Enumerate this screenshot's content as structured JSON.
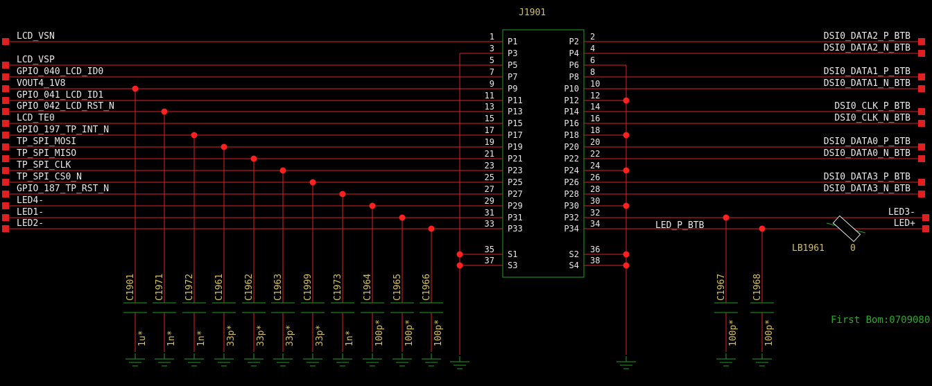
{
  "connector": {
    "ref": "J1901",
    "left_pins": [
      {
        "num": "1",
        "name": "P1",
        "net": "LCD_VSN"
      },
      {
        "num": "3",
        "name": "P3",
        "net": ""
      },
      {
        "num": "5",
        "name": "P5",
        "net": "LCD_VSP"
      },
      {
        "num": "7",
        "name": "P7",
        "net": "GPIO_040_LCD_ID0"
      },
      {
        "num": "9",
        "name": "P9",
        "net": "VOUT4_1V8"
      },
      {
        "num": "11",
        "name": "P11",
        "net": "GPIO_041_LCD_ID1"
      },
      {
        "num": "13",
        "name": "P13",
        "net": "GPIO_042_LCD_RST_N"
      },
      {
        "num": "15",
        "name": "P15",
        "net": "LCD_TE0"
      },
      {
        "num": "17",
        "name": "P17",
        "net": "GPIO_197_TP_INT_N"
      },
      {
        "num": "19",
        "name": "P19",
        "net": "TP_SPI_MOSI"
      },
      {
        "num": "21",
        "name": "P21",
        "net": "TP_SPI_MISO"
      },
      {
        "num": "23",
        "name": "P23",
        "net": "TP_SPI_CLK"
      },
      {
        "num": "25",
        "name": "P25",
        "net": "TP_SPI_CS0_N"
      },
      {
        "num": "27",
        "name": "P27",
        "net": "GPIO_187_TP_RST_N"
      },
      {
        "num": "29",
        "name": "P29",
        "net": "LED4-"
      },
      {
        "num": "31",
        "name": "P31",
        "net": "LED1-"
      },
      {
        "num": "33",
        "name": "P33",
        "net": "LED2-"
      }
    ],
    "right_pins": [
      {
        "num": "2",
        "name": "P2",
        "net": "DSI0_DATA2_P_BTB"
      },
      {
        "num": "4",
        "name": "P4",
        "net": "DSI0_DATA2_N_BTB"
      },
      {
        "num": "6",
        "name": "P6",
        "net": ""
      },
      {
        "num": "8",
        "name": "P8",
        "net": "DSI0_DATA1_P_BTB"
      },
      {
        "num": "10",
        "name": "P10",
        "net": "DSI0_DATA1_N_BTB"
      },
      {
        "num": "12",
        "name": "P12",
        "net": ""
      },
      {
        "num": "14",
        "name": "P14",
        "net": "DSI0_CLK_P_BTB"
      },
      {
        "num": "16",
        "name": "P16",
        "net": "DSI0_CLK_N_BTB"
      },
      {
        "num": "18",
        "name": "P18",
        "net": ""
      },
      {
        "num": "20",
        "name": "P20",
        "net": "DSI0_DATA0_P_BTB"
      },
      {
        "num": "22",
        "name": "P22",
        "net": "DSI0_DATA0_N_BTB"
      },
      {
        "num": "24",
        "name": "P24",
        "net": ""
      },
      {
        "num": "26",
        "name": "P26",
        "net": "DSI0_DATA3_P_BTB"
      },
      {
        "num": "28",
        "name": "P28",
        "net": "DSI0_DATA3_N_BTB"
      },
      {
        "num": "30",
        "name": "P30",
        "net": ""
      },
      {
        "num": "32",
        "name": "P32",
        "net": "LED3-"
      },
      {
        "num": "34",
        "name": "P34",
        "net": "LED+"
      }
    ],
    "shield_left": [
      {
        "num": "35",
        "name": "S1"
      },
      {
        "num": "37",
        "name": "S3"
      }
    ],
    "shield_right": [
      {
        "num": "36",
        "name": "S2"
      },
      {
        "num": "38",
        "name": "S4"
      }
    ]
  },
  "left_caps": [
    {
      "ref": "C1901",
      "value": "1u*"
    },
    {
      "ref": "C1971",
      "value": "1n*"
    },
    {
      "ref": "C1972",
      "value": "1n*"
    },
    {
      "ref": "C1961",
      "value": "33p*"
    },
    {
      "ref": "C1962",
      "value": "33p*"
    },
    {
      "ref": "C1963",
      "value": "33p*"
    },
    {
      "ref": "C1999",
      "value": "33p*"
    },
    {
      "ref": "C1973",
      "value": "1n*"
    },
    {
      "ref": "C1964",
      "value": "100p*"
    },
    {
      "ref": "C1965",
      "value": "100p*"
    },
    {
      "ref": "C1966",
      "value": "100p*"
    }
  ],
  "right_caps": [
    {
      "ref": "C1967",
      "value": "100p*"
    },
    {
      "ref": "C1968",
      "value": "100p*"
    }
  ],
  "bead": {
    "ref": "LB1961",
    "value": "0"
  },
  "net_label": "LED_P_BTB",
  "note": "First Bom:0709080",
  "colors": {
    "wire": "#e02020",
    "box": "#1fa01f",
    "text": "#e8e8e8",
    "ref": "#d4c060",
    "junction": "#ff2020"
  }
}
